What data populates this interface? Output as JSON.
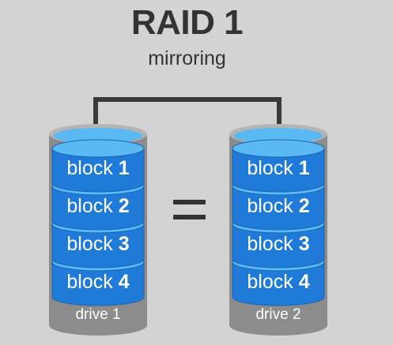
{
  "title": "RAID 1",
  "subtitle": "mirroring",
  "equals_symbol": "=",
  "colors": {
    "background": "#d3d3d3",
    "text_dark": "#333333",
    "block_blue": "#1f7bd7",
    "block_blue_dark": "#1865b5",
    "block_top_light": "#5ab8f2",
    "drive_gray": "#8c8c8c",
    "drive_gray_light": "#b4b4b4",
    "connector": "#3a3a3a"
  },
  "drives": [
    {
      "label": "drive 1",
      "blocks": [
        {
          "word": "block",
          "num": "1"
        },
        {
          "word": "block",
          "num": "2"
        },
        {
          "word": "block",
          "num": "3"
        },
        {
          "word": "block",
          "num": "4"
        }
      ]
    },
    {
      "label": "drive 2",
      "blocks": [
        {
          "word": "block",
          "num": "1"
        },
        {
          "word": "block",
          "num": "2"
        },
        {
          "word": "block",
          "num": "3"
        },
        {
          "word": "block",
          "num": "4"
        }
      ]
    }
  ]
}
